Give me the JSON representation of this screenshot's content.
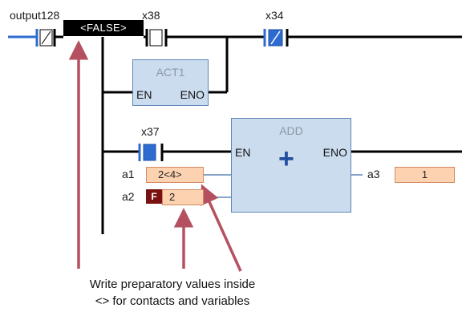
{
  "contacts": {
    "output128": {
      "label": "output128",
      "value": "<FALSE>"
    },
    "x38": {
      "label": "x38"
    },
    "x34": {
      "label": "x34"
    },
    "x37": {
      "label": "x37"
    }
  },
  "act1_block": {
    "title": "ACT1",
    "en": "EN",
    "eno": "ENO"
  },
  "add_block": {
    "title": "ADD",
    "en": "EN",
    "eno": "ENO",
    "symbol": "+"
  },
  "variables": {
    "a1": {
      "label": "a1",
      "value": "2<4>"
    },
    "a2": {
      "label": "a2",
      "flag": "F",
      "value": "2"
    },
    "a3": {
      "label": "a3",
      "value": "1"
    }
  },
  "annotation": {
    "line1": "Write preparatory values inside",
    "line2": "<> for contacts and variables"
  },
  "colors": {
    "rail": "#000000",
    "left_rail": "#2e6bd1",
    "energized_contact": "#2e6bd1",
    "block_fill": "#ccdcef",
    "value_fill": "#fdd2b1",
    "arrow": "#b55060"
  }
}
